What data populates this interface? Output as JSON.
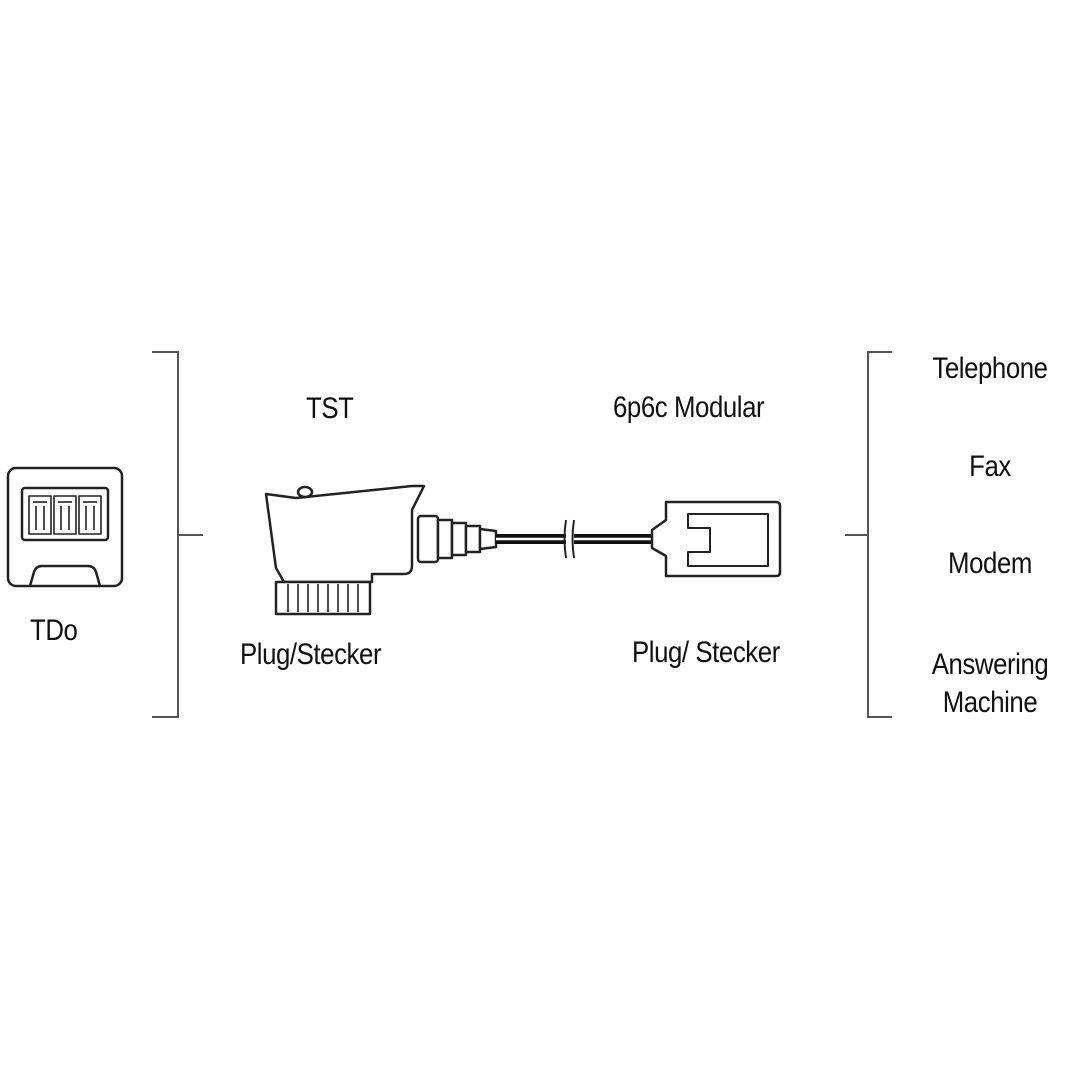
{
  "labels": {
    "outlet": "TDo",
    "tst_title": "TST",
    "tst_caption": "Plug/Stecker",
    "modular_title": "6p6c Modular",
    "modular_caption": "Plug/ Stecker"
  },
  "devices": [
    {
      "line1": "Telephone",
      "line2": ""
    },
    {
      "line1": "Fax",
      "line2": ""
    },
    {
      "line1": "Modem",
      "line2": ""
    },
    {
      "line1": "Answering",
      "line2": "Machine"
    }
  ],
  "colors": {
    "stroke": "#222222",
    "bracket": "#555555",
    "text": "#111111",
    "background": "#ffffff"
  }
}
